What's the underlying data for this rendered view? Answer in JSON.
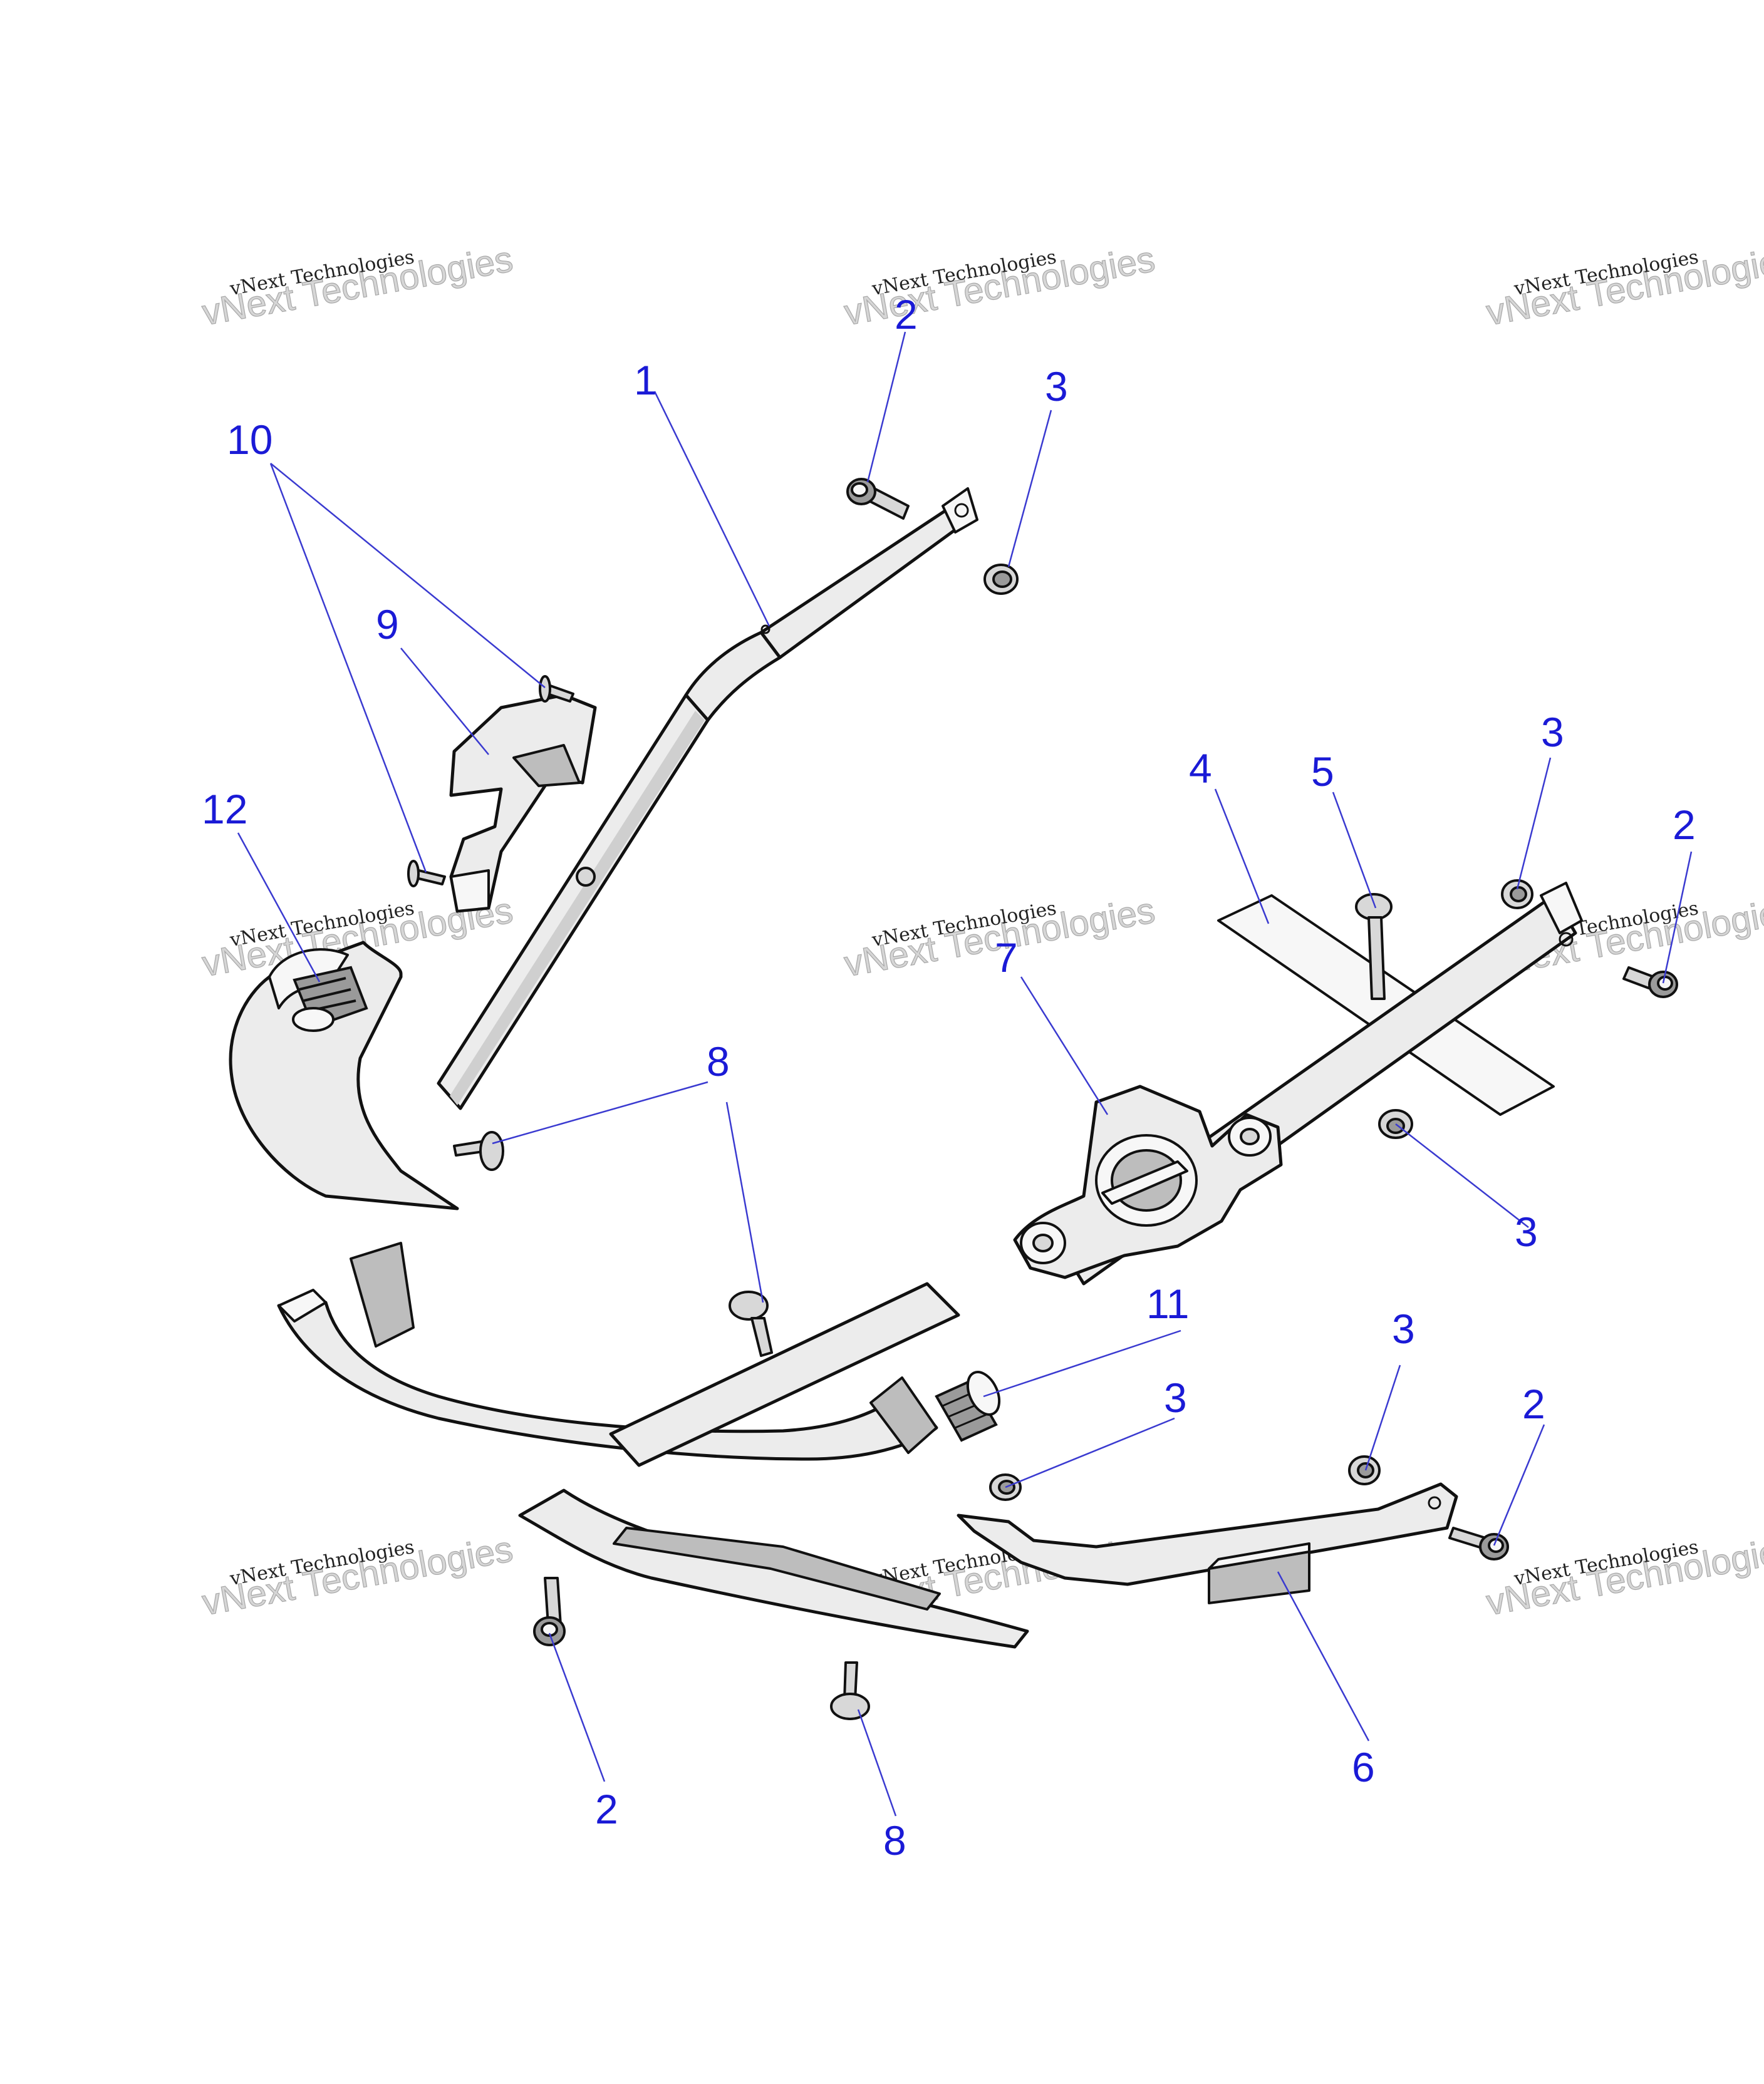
{
  "watermark": {
    "line1": "vNext Technologies",
    "line2": "vNext Technologies"
  },
  "callouts": [
    {
      "id": "c1",
      "label": "1"
    },
    {
      "id": "c2a",
      "label": "2"
    },
    {
      "id": "c3a",
      "label": "3"
    },
    {
      "id": "c10",
      "label": "10"
    },
    {
      "id": "c9",
      "label": "9"
    },
    {
      "id": "c12",
      "label": "12"
    },
    {
      "id": "c4",
      "label": "4"
    },
    {
      "id": "c5",
      "label": "5"
    },
    {
      "id": "c3b",
      "label": "3"
    },
    {
      "id": "c2b",
      "label": "2"
    },
    {
      "id": "c7",
      "label": "7"
    },
    {
      "id": "c8a",
      "label": "8"
    },
    {
      "id": "c3c",
      "label": "3"
    },
    {
      "id": "c11",
      "label": "11"
    },
    {
      "id": "c3d",
      "label": "3"
    },
    {
      "id": "c3e",
      "label": "3"
    },
    {
      "id": "c2c",
      "label": "2"
    },
    {
      "id": "c6",
      "label": "6"
    },
    {
      "id": "c2d",
      "label": "2"
    },
    {
      "id": "c8b",
      "label": "8"
    }
  ],
  "colors": {
    "callout": "#1a1ad6",
    "leader": "#3a3ad0",
    "part_fill": "#ececec",
    "outline": "#111111"
  }
}
